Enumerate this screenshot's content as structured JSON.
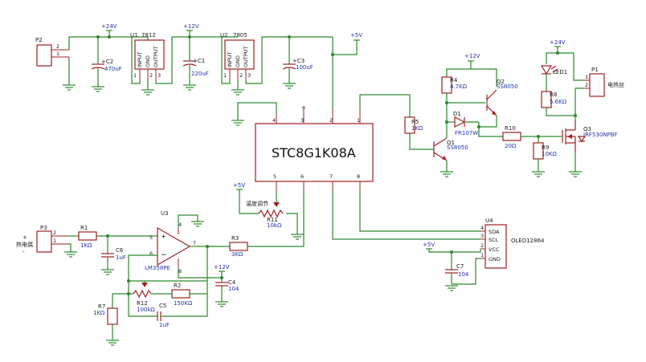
{
  "mcu": {
    "name": "STC8G1K08A",
    "pins": [
      "1",
      "2",
      "3",
      "4",
      "5",
      "6",
      "7",
      "8"
    ]
  },
  "regulators": [
    {
      "ref": "U1",
      "part": "7812",
      "pins": [
        "INPUT",
        "GND",
        "OUTPUT"
      ],
      "nums": [
        "1",
        "2",
        "3"
      ]
    },
    {
      "ref": "U2",
      "part": "7805",
      "pins": [
        "INPUT",
        "GND",
        "OUTPUT"
      ],
      "nums": [
        "1",
        "2",
        "3"
      ]
    }
  ],
  "rails": {
    "v24": "+24V",
    "v12": "+12V",
    "v5": "+5V"
  },
  "caps": {
    "c1": {
      "ref": "+C1",
      "val": "220uF"
    },
    "c2": {
      "ref": "+C2",
      "val": "470uF"
    },
    "c3": {
      "ref": "+C3",
      "val": "100uF"
    },
    "c4": {
      "ref": "C4",
      "val": "104"
    },
    "c5": {
      "ref": "C5",
      "val": "1uF"
    },
    "c6": {
      "ref": "C6",
      "val": "1uF"
    },
    "c7": {
      "ref": "C7",
      "val": "104"
    }
  },
  "res": {
    "r1": {
      "ref": "R1",
      "val": "1KΩ"
    },
    "r2": {
      "ref": "R2",
      "val": "150KΩ"
    },
    "r3": {
      "ref": "R3",
      "val": "3KΩ"
    },
    "r4": {
      "ref": "R4",
      "val": "4.7KΩ"
    },
    "r5": {
      "ref": "R5",
      "val": "1KΩ"
    },
    "r7": {
      "ref": "R7",
      "val": "1KΩ"
    },
    "r8": {
      "ref": "R8",
      "val": "5.6KΩ"
    },
    "r9": {
      "ref": "R9",
      "val": "10KΩ"
    },
    "r10": {
      "ref": "R10",
      "val": "20Ω"
    },
    "r11": {
      "ref": "R11",
      "val": "10kΩ",
      "label": "温度调节"
    },
    "r12": {
      "ref": "R12",
      "val": "100kΩ"
    }
  },
  "semis": {
    "q1": {
      "ref": "Q1",
      "val": "SS8050"
    },
    "q2": {
      "ref": "Q2",
      "val": "SS8050"
    },
    "q3": {
      "ref": "Q3",
      "val": "IRF530NPBF"
    },
    "d1": {
      "ref": "D1",
      "val": "FR107W"
    },
    "led1": {
      "ref": "LED1"
    }
  },
  "opamp": {
    "ref": "U3",
    "part": "LM358PE",
    "pins": [
      "5",
      "6",
      "7",
      "4",
      "8"
    ]
  },
  "oled": {
    "ref": "U4",
    "part": "OLED12864",
    "pins": [
      "SDA",
      "SCL",
      "VCC",
      "GND"
    ],
    "nums": [
      "4",
      "3",
      "2",
      "1"
    ]
  },
  "connectors": {
    "p1": {
      "ref": "P1",
      "label": "电热丝",
      "nums": [
        "1",
        "2"
      ]
    },
    "p2": {
      "ref": "P2",
      "nums": [
        "2",
        "1"
      ]
    },
    "p3": {
      "ref": "P3",
      "label": "热电偶",
      "nums": [
        "2",
        "1"
      ],
      "plus": "+",
      "minus": "-"
    }
  }
}
